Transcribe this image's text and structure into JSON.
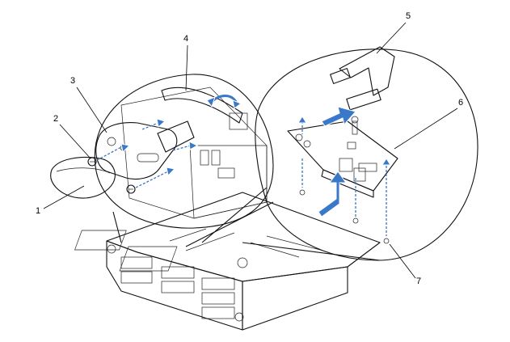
{
  "callouts": [
    {
      "id": "1",
      "label": "1"
    },
    {
      "id": "2",
      "label": "2"
    },
    {
      "id": "3",
      "label": "3"
    },
    {
      "id": "4",
      "label": "4"
    },
    {
      "id": "5",
      "label": "5"
    },
    {
      "id": "6",
      "label": "6"
    },
    {
      "id": "7",
      "label": "7"
    }
  ],
  "colors": {
    "arrow": "#3a78c9",
    "metal_dark": "#6b6b6b",
    "metal_light": "#d9d9d9",
    "outline": "#111111"
  }
}
